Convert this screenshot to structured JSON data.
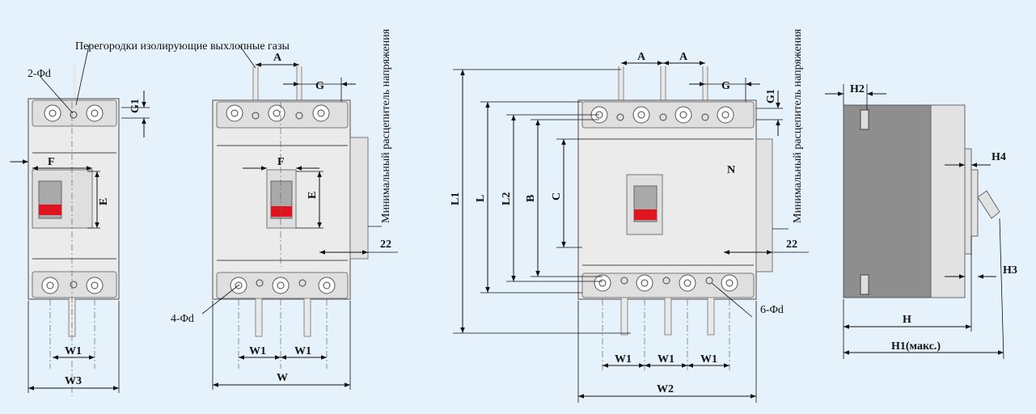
{
  "colors": {
    "background": "#e6f2fb",
    "breaker_body": "#ebebeb",
    "handle_grey": "#a9a9a9",
    "handle_red": "#e0141e",
    "side_view_body": "#8e8e8e"
  },
  "labels": {
    "barrier_note": "Перегородки изолирующие выхлопные газы",
    "uv_release_1": "Минимальный расцепитель напряжения",
    "uv_release_2": "Минимальный расцепитель напряжения",
    "d2": "2-Φd",
    "d4": "4-Φd",
    "d6": "6-Φd",
    "A1": "A",
    "A2": "A",
    "A3": "A",
    "G1": "G",
    "G2": "G",
    "g1_1": "G1",
    "g1_2": "G1",
    "F1": "F",
    "F2": "F",
    "E1": "E",
    "E2": "E",
    "W1_a": "W1",
    "W1_b": "W1",
    "W1_c": "W1",
    "W1_d": "W1",
    "W1_e": "W1",
    "W1_f": "W1",
    "W": "W",
    "W2": "W2",
    "W3": "W3",
    "n22_1": "22",
    "n22_2": "22",
    "L1": "L1",
    "L": "L",
    "L2": "L2",
    "B": "B",
    "C": "C",
    "N": "N",
    "H": "H",
    "H1": "H1(макс.)",
    "H2": "H2",
    "H3": "H3",
    "H4": "H4"
  }
}
